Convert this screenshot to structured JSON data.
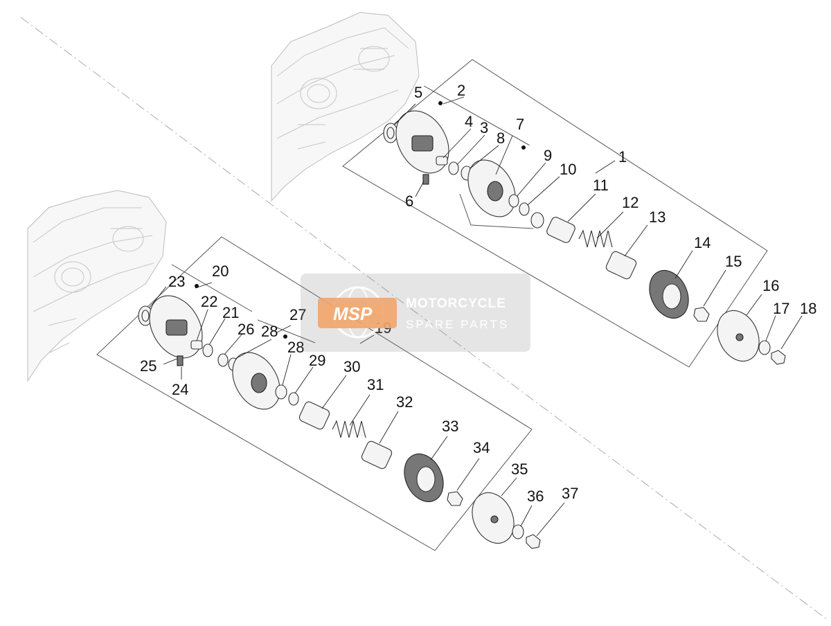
{
  "callouts": {
    "c1": "1",
    "c2": "2",
    "c3": "3",
    "c4": "4",
    "c5": "5",
    "c6": "6",
    "c7": "7",
    "c8": "8",
    "c9": "9",
    "c10": "10",
    "c11": "11",
    "c12": "12",
    "c13": "13",
    "c14": "14",
    "c15": "15",
    "c16": "16",
    "c17": "17",
    "c18": "18",
    "c19": "19",
    "c20": "20",
    "c21": "21",
    "c22": "22",
    "c23": "23",
    "c24": "24",
    "c25": "25",
    "c26": "26",
    "c27": "27",
    "c28a": "28",
    "c28b": "28",
    "c29": "29",
    "c30": "30",
    "c31": "31",
    "c32": "32",
    "c33": "33",
    "c34": "34",
    "c35": "35",
    "c36": "36",
    "c37": "37"
  },
  "watermark": {
    "logo": "MSP",
    "line1": "MOTORCYCLE",
    "line2": "SPARE PARTS",
    "logo_color": "#f2a46a"
  }
}
